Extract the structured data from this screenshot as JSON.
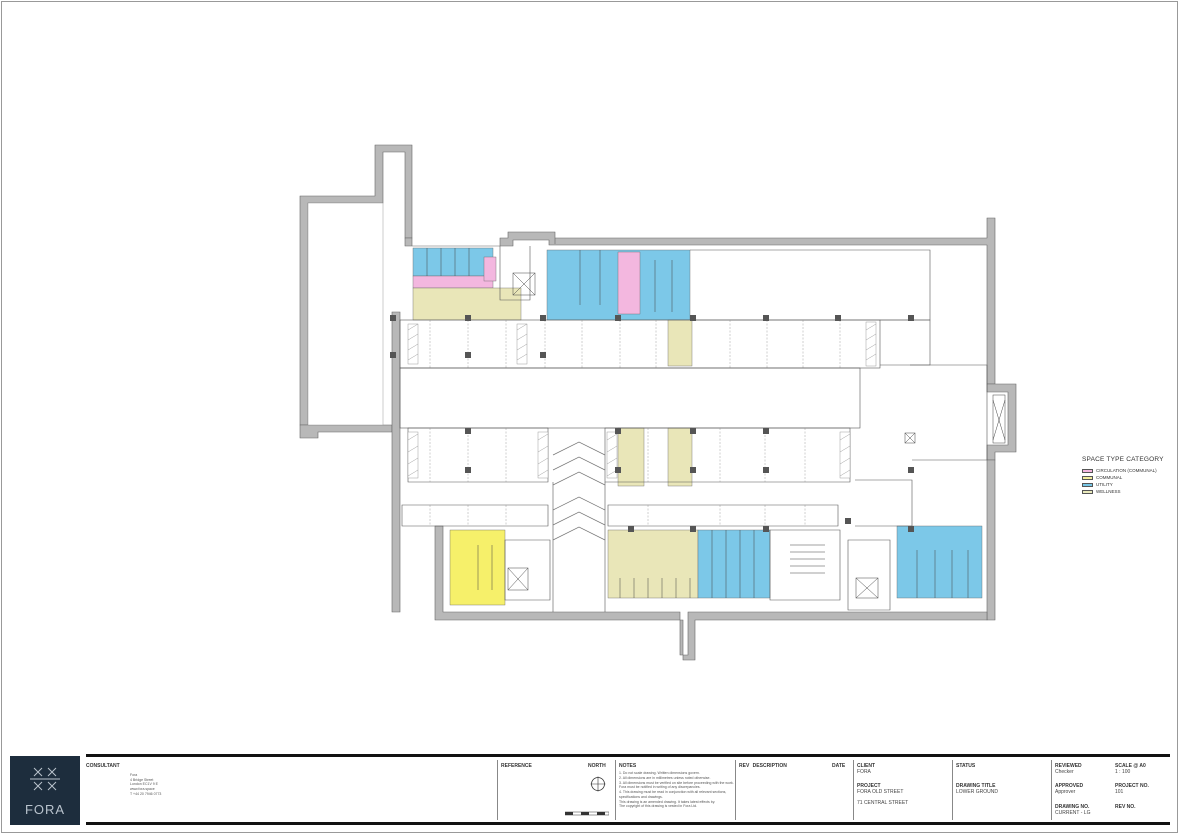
{
  "legend": {
    "title": "SPACE TYPE CATEGORY",
    "items": [
      {
        "label": "CIRCULATION (COMMUNAL)",
        "color": "#f3b7df"
      },
      {
        "label": "COMMUNAL",
        "color": "#f3ee9c"
      },
      {
        "label": "UTILITY",
        "color": "#76c6e6"
      },
      {
        "label": "WELLNESS",
        "color": "#eaeabc"
      }
    ]
  },
  "colors": {
    "wall": "#b8b8b8",
    "circulation": "#f3b7df",
    "communal": "#f6f06a",
    "utility": "#7cc8e8",
    "wellness": "#e9e6b8",
    "logo_bg": "#1d2d3d"
  },
  "title_block": {
    "logo_text": "FORA",
    "consultant": {
      "heading": "CONSULTANT",
      "lines": [
        "Fora",
        "4 Bridge Street",
        "London EC1V 9 E",
        "www.fora.space",
        "T +44 20 7946 0773"
      ]
    },
    "reference": {
      "heading": "REFERENCE"
    },
    "north": {
      "heading": "NORTH"
    },
    "notes": {
      "heading": "NOTES",
      "lines": [
        "1.  Do not scale drawing. Written dimensions govern.",
        "2.  All dimensions are in millimetres unless noted otherwise.",
        "3.  All dimensions must be verified on site before proceeding with the work. Fora must be notified in writing of any discrepancies.",
        "4.  This drawing must be read in conjunction with all relevant sections, specifications and drawings.",
        "     This drawing is an amended drawing. It takes latest effects by.",
        "     The copyright of this drawing is vested in Fora Ltd."
      ]
    },
    "revisions": {
      "rev_heading": "REV",
      "desc_heading": "DESCRIPTION",
      "date_heading": "DATE"
    },
    "client": {
      "heading": "CLIENT",
      "value": "FORA"
    },
    "project": {
      "heading": "PROJECT",
      "value": "FORA OLD STREET",
      "address": "71 CENTRAL STREET"
    },
    "status": {
      "heading": "STATUS"
    },
    "drawing_title": {
      "heading": "DRAWING TITLE",
      "value": "LOWER GROUND"
    },
    "reviewed": {
      "heading": "REVIEWED",
      "value": "Checker"
    },
    "approved": {
      "heading": "APPROVED",
      "value": "Approver"
    },
    "drawing_no": {
      "heading": "DRAWING NO.",
      "value": "CURRENT - LG"
    },
    "scale": {
      "heading": "SCALE @ A0",
      "value": "1 : 100"
    },
    "project_no": {
      "heading": "PROJECT NO.",
      "value": "101"
    },
    "rev_no": {
      "heading": "REV NO."
    }
  }
}
